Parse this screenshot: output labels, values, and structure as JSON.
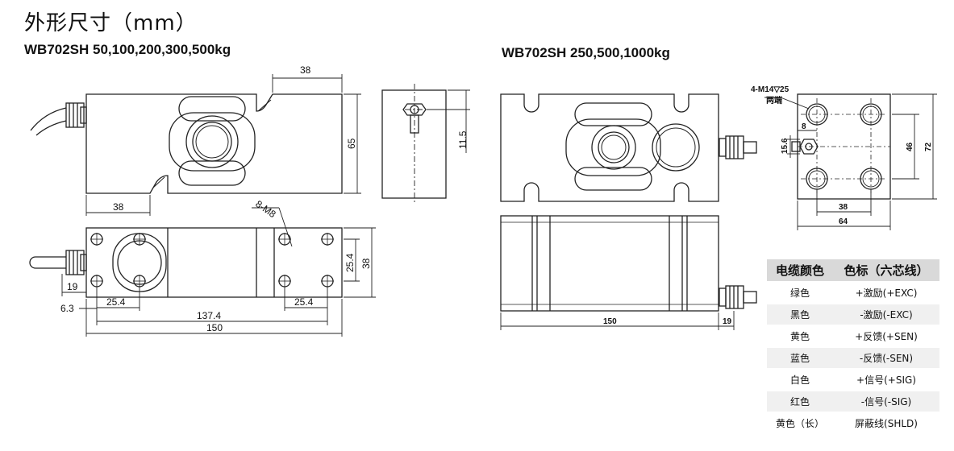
{
  "title": "外形尺寸（mm）",
  "left_model": "WB702SH 50,100,200,300,500kg",
  "right_model": "WB702SH 250,500,1000kg",
  "left_dims": {
    "top_38": "38",
    "height_65": "65",
    "bottom_38": "38",
    "side_11_5": "11.5",
    "thread": "8-M8",
    "d_25_4_v": "25.4",
    "d_38_v": "38",
    "d_19": "19",
    "d_6_3": "6.3",
    "d_25_4_a": "25.4",
    "d_137_4": "137.4",
    "d_25_4_b": "25.4",
    "d_150": "150"
  },
  "right_dims": {
    "thread": "4-M14▽25",
    "thread_note": "两端",
    "d_8": "8",
    "d_15_6": "15.6",
    "d_46": "46",
    "d_72": "72",
    "d_38": "38",
    "d_64": "64",
    "d_150": "150",
    "d_19": "19"
  },
  "wiring": {
    "headers": [
      "电缆颜色",
      "色标（六芯线）"
    ],
    "rows": [
      [
        "绿色",
        "+激励(+EXC)"
      ],
      [
        "黑色",
        "-激励(-EXC)"
      ],
      [
        "黄色",
        "+反馈(+SEN)"
      ],
      [
        "蓝色",
        "-反馈(-SEN)"
      ],
      [
        "白色",
        "+信号(+SIG)"
      ],
      [
        "红色",
        "-信号(-SIG)"
      ],
      [
        "黄色（长）",
        "屏蔽线(SHLD)"
      ]
    ]
  }
}
